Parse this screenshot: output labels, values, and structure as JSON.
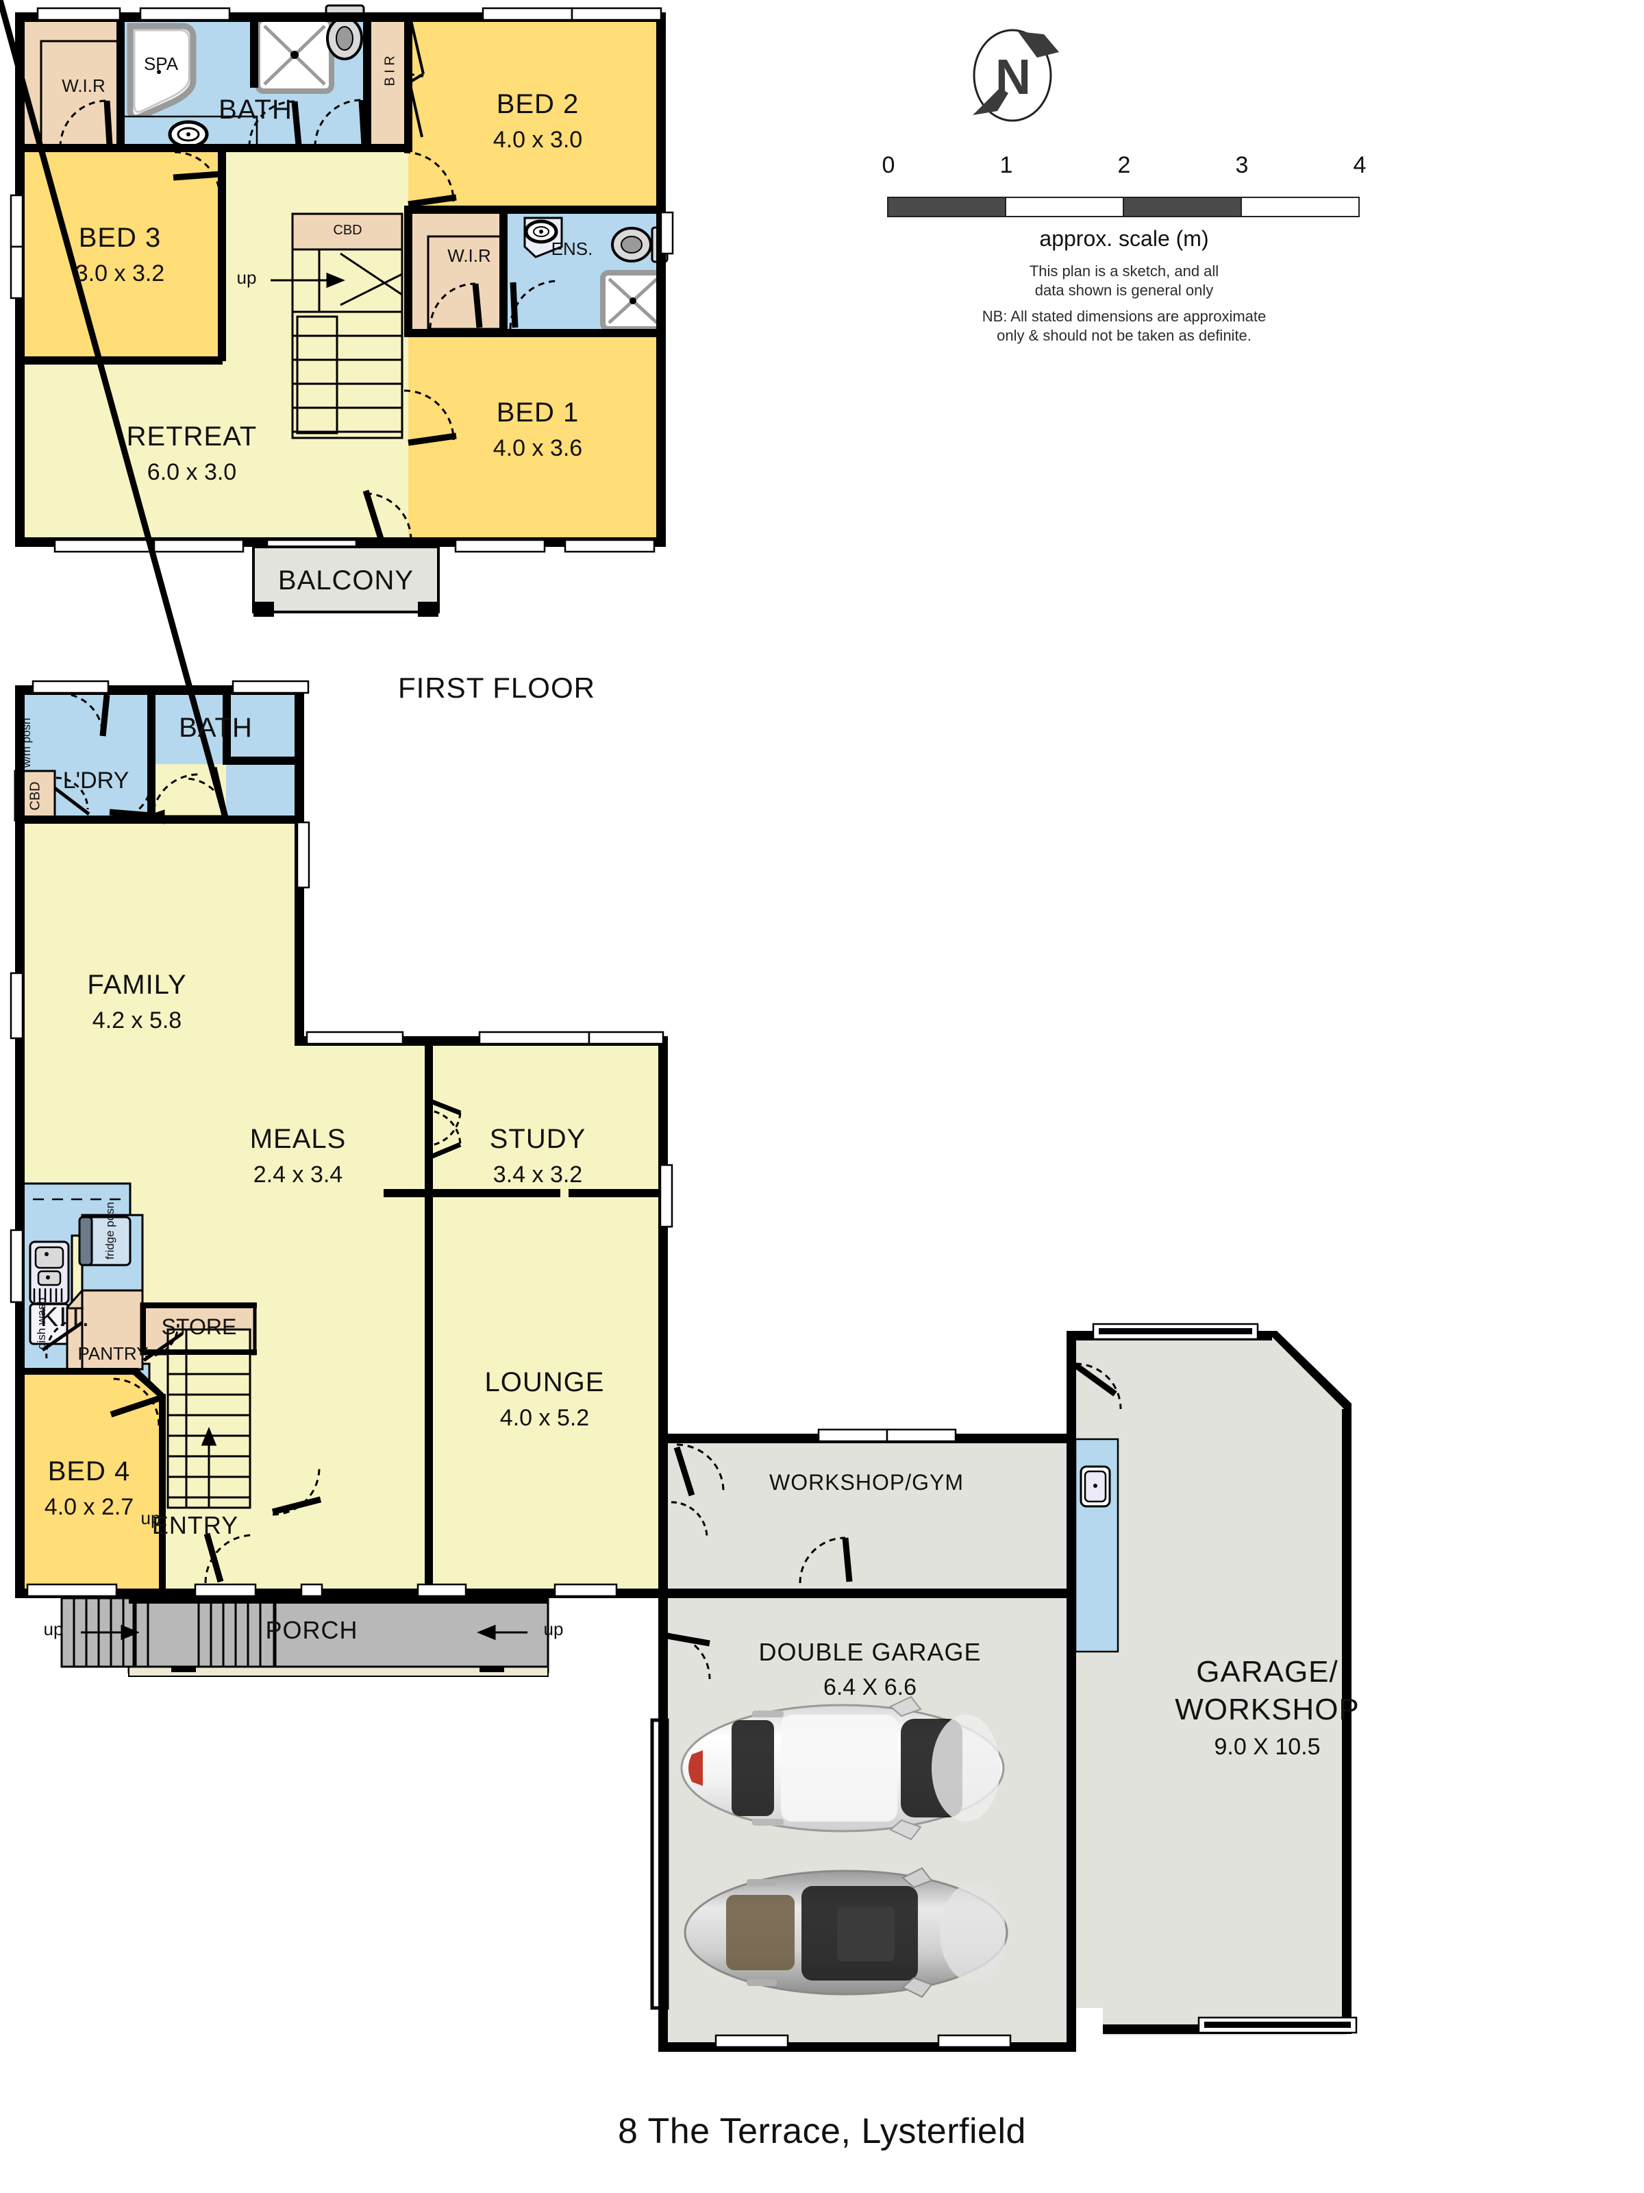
{
  "plan": {
    "title": "8 The Terrace, Lysterfield",
    "floor_labels": {
      "first": "FIRST FLOOR"
    },
    "colors": {
      "bedroom": "#ffdd77",
      "living": "#f7f4c4",
      "wet": "#b5d8ee",
      "storage": "#f0d6b8",
      "garage": "#e2e2dd",
      "porch": "#b8b8b8",
      "balcony": "#e3e3dd",
      "wall": "#000000",
      "fixture_grey": "#9a9a9a"
    }
  },
  "compass": {
    "label": "N"
  },
  "scale": {
    "ticks": [
      "0",
      "1",
      "2",
      "3",
      "4"
    ],
    "caption": "approx. scale (m)",
    "note_line1": "This plan is a sketch, and all",
    "note_line2": "data shown is general only",
    "note_line3": "NB: All stated dimensions are approximate",
    "note_line4": "only & should not be taken as definite."
  },
  "first_floor": {
    "rooms": [
      {
        "name": "BED 2",
        "dim": "4.0 x 3.0"
      },
      {
        "name": "BED 3",
        "dim": "3.0 x 3.2"
      },
      {
        "name": "BED 1",
        "dim": "4.0 x 3.6"
      },
      {
        "name": "RETREAT",
        "dim": "6.0 x 3.0"
      }
    ],
    "labels": {
      "wir_left": "W.I.R",
      "wir_right": "W.I.R",
      "bath": "BATH",
      "spa": "SPA",
      "ens": "ENS.",
      "bir": "B I R",
      "cbd": "CBD",
      "up": "up",
      "balcony": "BALCONY"
    }
  },
  "ground_floor": {
    "rooms": [
      {
        "name": "FAMILY",
        "dim": "4.2 x 5.8"
      },
      {
        "name": "MEALS",
        "dim": "2.4 x 3.4"
      },
      {
        "name": "STUDY",
        "dim": "3.4 x 3.2"
      },
      {
        "name": "LOUNGE",
        "dim": "4.0 x 5.2"
      },
      {
        "name": "BED 4",
        "dim": "4.0 x 2.7"
      },
      {
        "name": "DOUBLE GARAGE",
        "dim": "6.4 X 6.6"
      },
      {
        "name": "GARAGE/ WORKSHOP",
        "dim": "9.0 X 10.5"
      }
    ],
    "labels": {
      "bath": "BATH",
      "ldry": "L'DRY",
      "cbd": "CBD",
      "wm_posn": "w/m posn",
      "dish_wash": "dish wash",
      "kit": "KIT.",
      "pantry": "PANTRY",
      "fridge_posn": "fridge posn",
      "store": "STORE",
      "entry": "ENTRY",
      "porch": "PORCH",
      "workshop_gym": "WORKSHOP/GYM",
      "up_stairs": "up",
      "up_porch_left": "up",
      "up_porch_right": "up",
      "garage_name_line1": "GARAGE/",
      "garage_name_line2": "WORKSHOP",
      "garage_dim": "9.0 X 10.5"
    }
  }
}
